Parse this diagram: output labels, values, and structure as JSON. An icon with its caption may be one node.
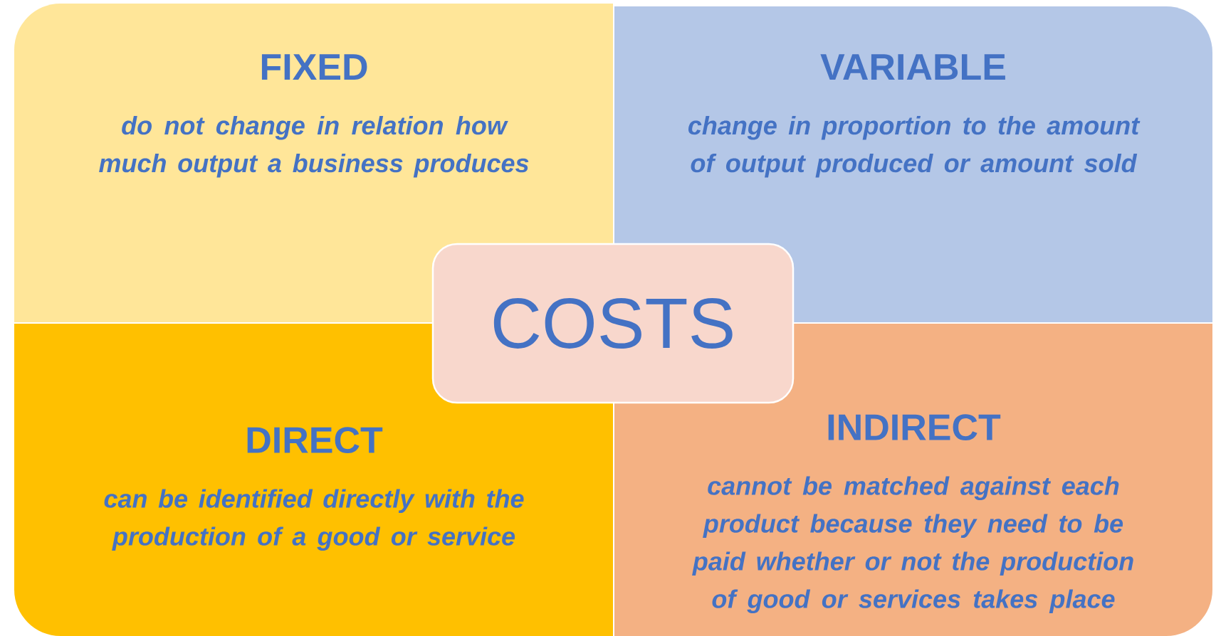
{
  "diagram": {
    "nodes": [
      {
        "text": [
          "FIXED",
          "do not change in relation how much output a business produces"
        ]
      },
      {
        "text": [
          "VARIABLE",
          "change in proportion to the amount of output produced or amount sold"
        ]
      },
      {
        "text": [
          "COSTS"
        ]
      },
      {
        "text": [
          "DIRECT",
          "can be identified directly with the production of a good or service"
        ]
      },
      {
        "text": [
          "INDIRECT",
          "cannot be matched against each product because they need to be paid whether or not the production of good or services takes place"
        ]
      }
    ]
  }
}
